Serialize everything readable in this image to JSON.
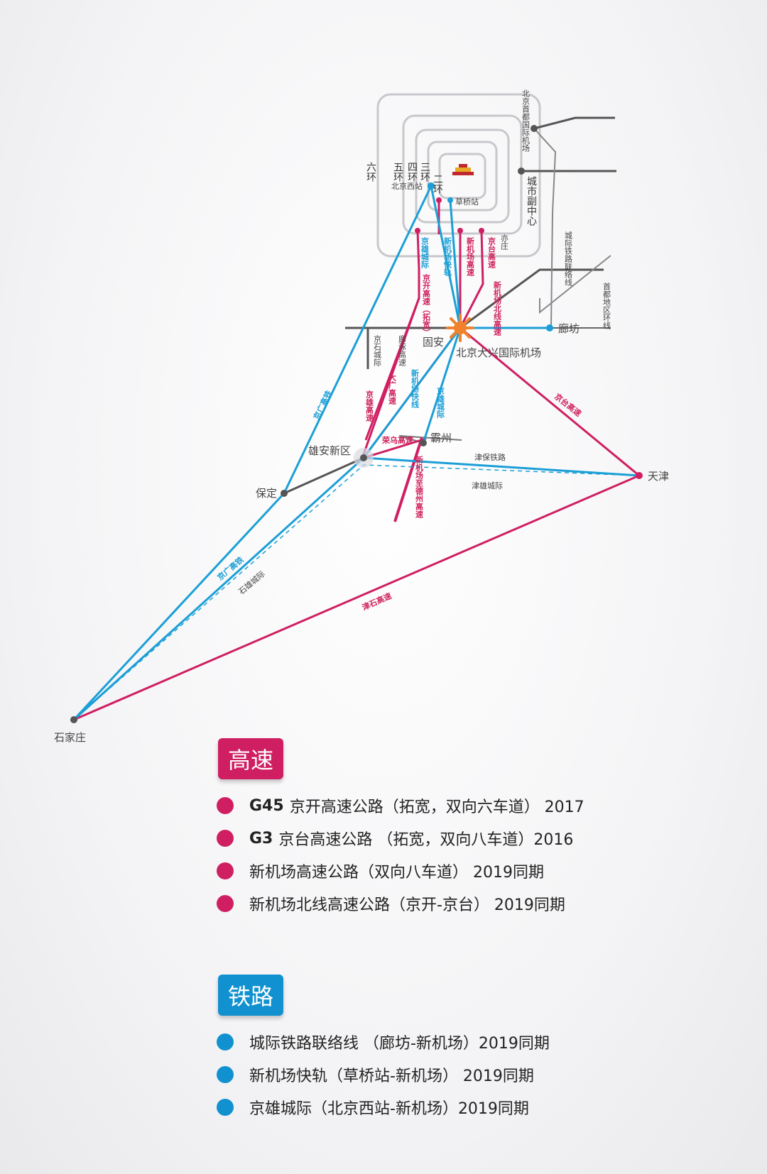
{
  "map": {
    "rings": {
      "second": "二环",
      "third": "三环",
      "fourth": "四环",
      "fifth": "五环",
      "sixth": "六环"
    },
    "places": {
      "capital_airport": "北京首都国际机场",
      "sub_center": "城市副中心",
      "beijing_west": "北京西站",
      "caoqiao": "草桥站",
      "yizhuang": "亦庄",
      "langfang": "廊坊",
      "gu_an": "固安",
      "daxing_airport": "北京大兴国际机场",
      "bazhou": "霸州",
      "xiongan": "雄安新区",
      "baoding": "保定",
      "tianjin": "天津",
      "shijiazhuang": "石家庄"
    },
    "route_labels": {
      "jingxiong_intercity": "京雄城际",
      "airport_express": "新机场快轨",
      "airport_expressway": "新机场高速",
      "jingtai_expressway": "京台高速",
      "jingkai_expressway": "京开高速（拓宽）",
      "airport_north_line": "新机场北线高速",
      "intercity_link": "城际铁路联络线",
      "capital_ring": "首都地区环线",
      "jingshi_intercity": "京石城际",
      "langzhuo_expressway": "廊涿高速",
      "jinggang_hsr_upper": "京广高铁",
      "jingxiong_expressway": "京雄高速",
      "daguang_expressway": "大广高速",
      "airport_rail_link": "新机场快线",
      "jingxiong_intercity_2": "京雄城际",
      "rongwu_expressway": "荣乌高速",
      "airport_to_dezhou": "新机场至德州高速",
      "jingtai_expressway_2": "京台高速",
      "jinbao_railway": "津保铁路",
      "jinxiong_intercity": "津雄城际",
      "jinggang_hsr_lower": "京广高铁",
      "shixiong_intercity": "石雄城际",
      "jinshi_expressway": "津石高速"
    }
  },
  "highways": {
    "title": "高速",
    "items": [
      {
        "code": "G45",
        "text": "京开高速公路（拓宽，双向六车道） 2017"
      },
      {
        "code": "G3",
        "text": "京台高速公路 （拓宽，双向八车道）2016"
      },
      {
        "code": "",
        "text": "新机场高速公路（双向八车道） 2019同期"
      },
      {
        "code": "",
        "text": "新机场北线高速公路（京开-京台） 2019同期"
      }
    ]
  },
  "railways": {
    "title": "铁路",
    "items": [
      {
        "text": "城际铁路联络线 （廊坊-新机场）2019同期"
      },
      {
        "text": "新机场快轨（草桥站-新机场） 2019同期"
      },
      {
        "text": "京雄城际（北京西站-新机场）2019同期"
      }
    ]
  },
  "colors": {
    "highway": "#cf1f62",
    "railway": "#1191cf",
    "existing": "#555555",
    "airport": "#f0822b"
  }
}
